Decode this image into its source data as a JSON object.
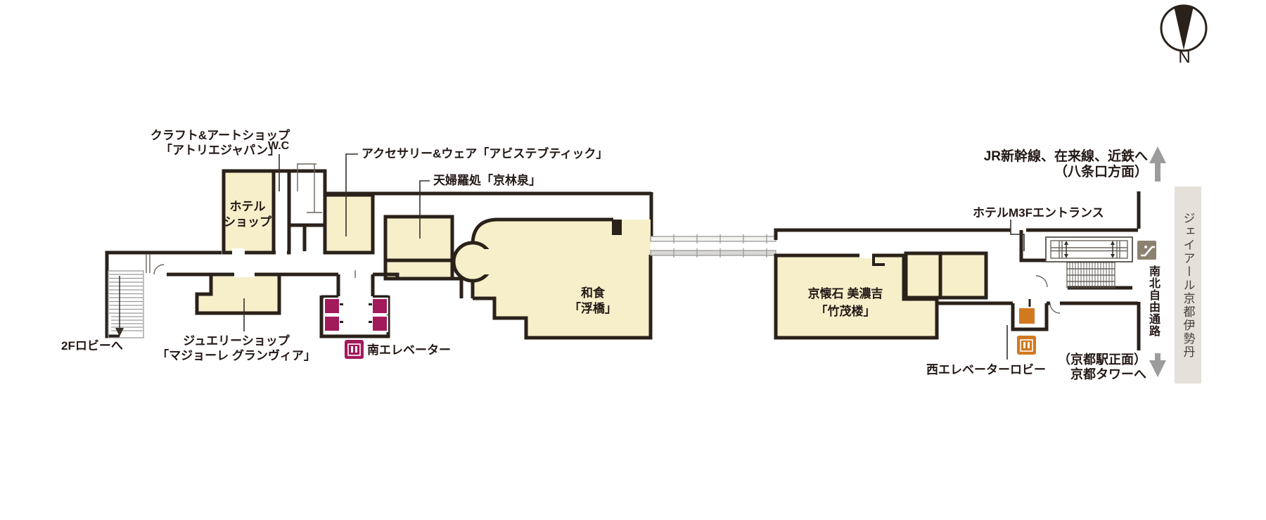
{
  "compass": {
    "north": "N"
  },
  "labels": {
    "craft_line1": "クラフト&アートショップ",
    "craft_line2": "「アトリエジャパン」",
    "wc": "W.C",
    "accessory": "アクセサリー&ウェア「アビステブティック」",
    "tempura": "天婦羅処「京林泉」",
    "hotel_shop_line1": "ホテル",
    "hotel_shop_line2": "ショップ",
    "jewelry_line1": "ジュエリーショップ",
    "jewelry_line2": "「マジョーレ グランヴィア」",
    "lobby_2f": "2Fロビーへ",
    "south_elevator": "南エレベーター",
    "washoku_line1": "和食",
    "washoku_line2": "「浮橋」",
    "kaiseki_line1": "京懐石 美濃吉",
    "kaiseki_line2": "「竹茂楼」",
    "hotel_m3f_entrance": "ホテルM3Fエントランス",
    "jr_line1": "JR新幹線、在来線、近鉄へ",
    "jr_line2": "（八条口方面）",
    "isetan": "ジェイアール京都伊勢丹",
    "passage": "南北自由通路",
    "kyoto_station_line1": "（京都駅正面）",
    "kyoto_station_line2": "京都タワーへ",
    "west_elevator_lobby": "西エレベーターロビー"
  },
  "colors": {
    "wall": "#2A211A",
    "room_fill": "#F6EFCA",
    "elevator_south": "#A31A5B",
    "elevator_west": "#D1791E",
    "escalator_icon": "#8C8170",
    "band_fill": "#E5E1DA",
    "arrow": "#9C9C9C",
    "text": "#231815"
  }
}
